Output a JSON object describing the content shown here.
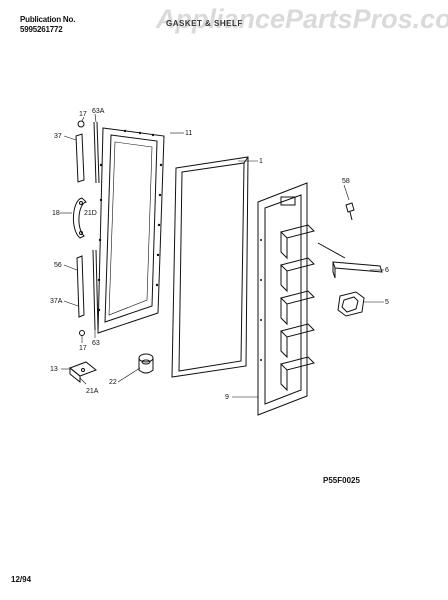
{
  "header": {
    "publication_label": "Publication No.",
    "publication_number": "5995261772",
    "title": "GASKET & SHELF"
  },
  "watermark": "AppliancePartsPros.com",
  "diagram_code": "P55F0025",
  "date": "12/94",
  "callouts": {
    "c17a": "17",
    "c63a": "63A",
    "c11": "11",
    "c1": "1",
    "c37": "37",
    "c58": "58",
    "c18": "18",
    "c21d": "21D",
    "c5": "5",
    "c56": "56",
    "c6": "6",
    "c37a": "37A",
    "c17b": "17",
    "c63": "63",
    "c13": "13",
    "c22": "22",
    "c21a": "21A",
    "c9": "9"
  }
}
